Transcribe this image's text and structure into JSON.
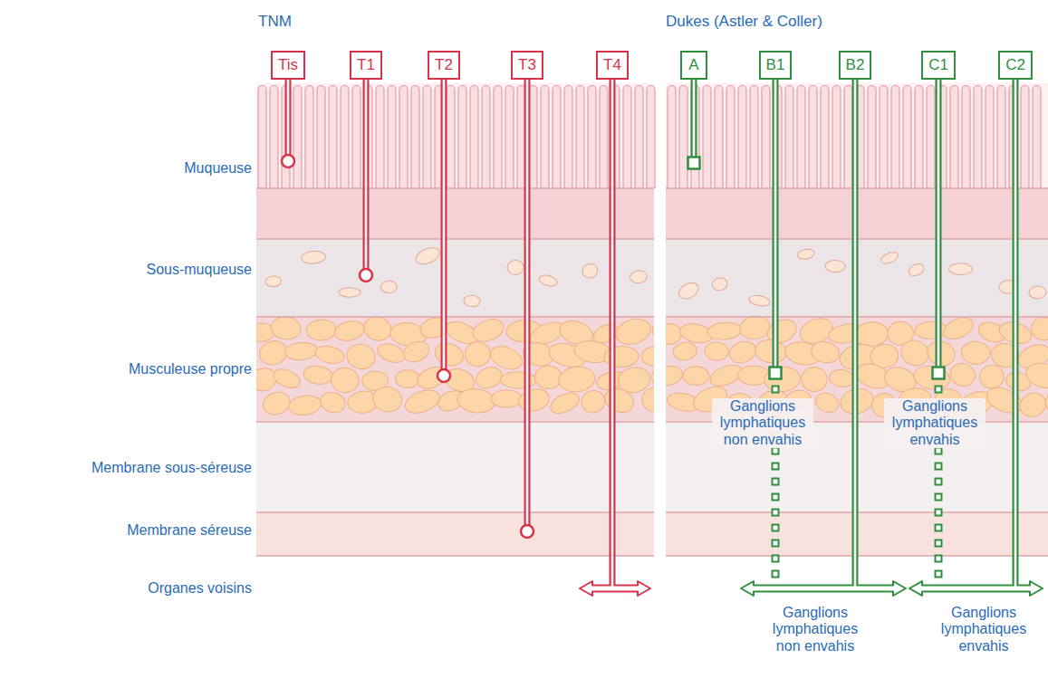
{
  "diagram": {
    "nodes": [
      {
        "text": [
          "Tis"
        ]
      },
      {
        "text": [
          "T1"
        ]
      },
      {
        "text": [
          "T2"
        ]
      },
      {
        "text": [
          "T3"
        ]
      },
      {
        "text": [
          "T4"
        ]
      },
      {
        "text": [
          "A"
        ]
      },
      {
        "text": [
          "B1"
        ]
      },
      {
        "text": [
          "B2"
        ]
      },
      {
        "text": [
          "C1"
        ]
      },
      {
        "text": [
          "C2"
        ]
      }
    ],
    "labels": [
      "TNM",
      "Dukes (Astler & Coller)",
      "Muqueuse",
      "Sous-muqueuse",
      "Musculeuse propre",
      "Membrane sous-séreuse",
      "Membrane séreuse",
      "Organes voisins",
      "Ganglions lymphatiques non envahis",
      "Ganglions lymphatiques envahis",
      "Ganglions lymphatiques non envahis",
      "Ganglions lymphatiques envahis"
    ]
  }
}
